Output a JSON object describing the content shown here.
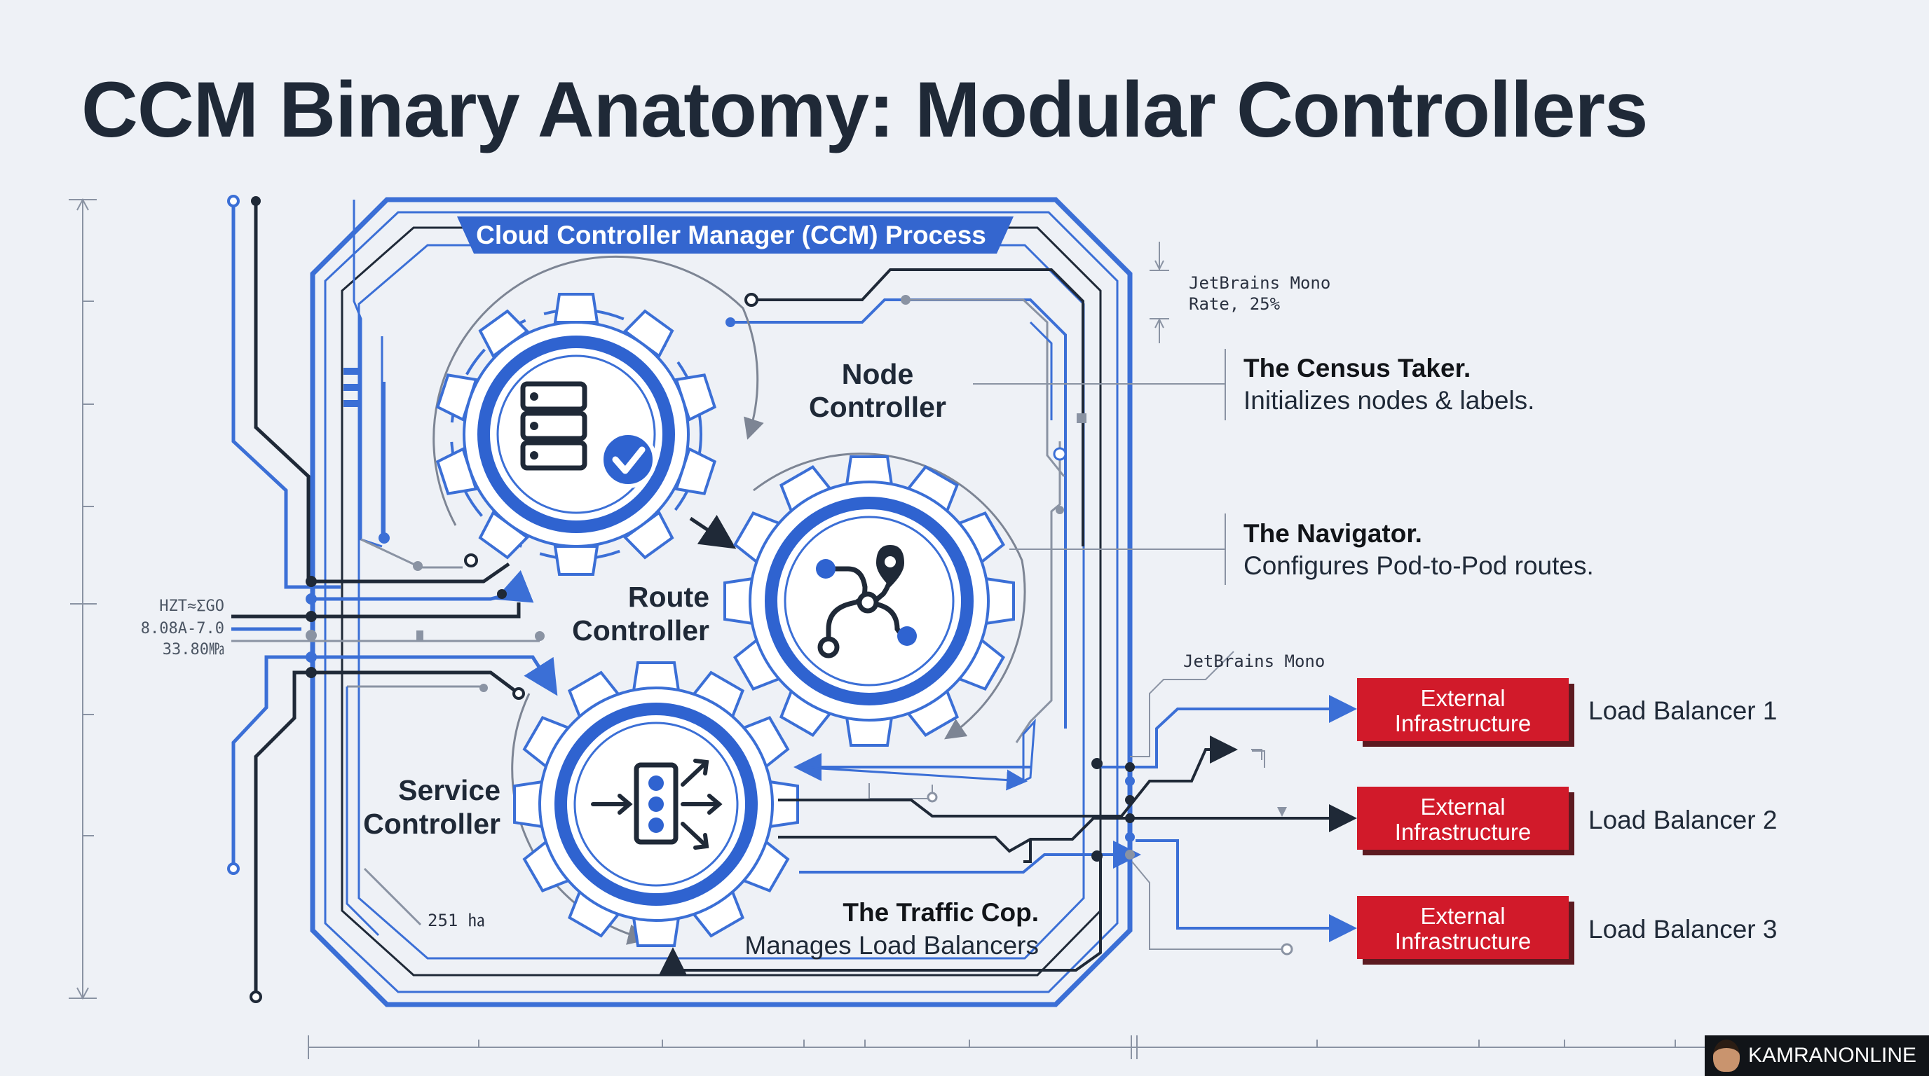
{
  "title": "CCM Binary Anatomy: Modular Controllers",
  "process_banner": "Cloud Controller Manager (CCM) Process",
  "controllers": {
    "node": {
      "line1": "Node",
      "line2": "Controller",
      "icon": "server-check-icon"
    },
    "route": {
      "line1": "Route",
      "line2": "Controller",
      "icon": "route-path-icon"
    },
    "service": {
      "line1": "Service",
      "line2": "Controller",
      "icon": "traffic-split-icon"
    }
  },
  "annotations": {
    "census": {
      "title": "The Census Taker.",
      "desc": "Initializes nodes & labels."
    },
    "navigator": {
      "title": "The Navigator.",
      "desc": "Configures Pod-to-Pod routes."
    },
    "traffic": {
      "title": "The Traffic Cop.",
      "desc": "Manages Load Balancers"
    }
  },
  "technical_notes": {
    "top_right_line1": "JetBrains Mono",
    "top_right_line2": "Rate, 25%",
    "mid_right": "JetBrains Mono",
    "left_line1": "HZT≈ΣGO",
    "left_line2": "8.08A-7.0",
    "left_line3": "33.80㎫",
    "bottom_left": "251 ㏊"
  },
  "infrastructure": [
    {
      "box_line1": "External",
      "box_line2": "Infrastructure",
      "label": "Load Balancer 1"
    },
    {
      "box_line1": "External",
      "box_line2": "Infrastructure",
      "label": "Load Balancer 2"
    },
    {
      "box_line1": "External",
      "box_line2": "Infrastructure",
      "label": "Load Balancer 3"
    }
  ],
  "watermark": "KAMRANONLINE",
  "colors": {
    "blue": "#3b6fd6",
    "dark": "#1f2937",
    "red": "#d11a2a",
    "background": "#eef1f6"
  }
}
